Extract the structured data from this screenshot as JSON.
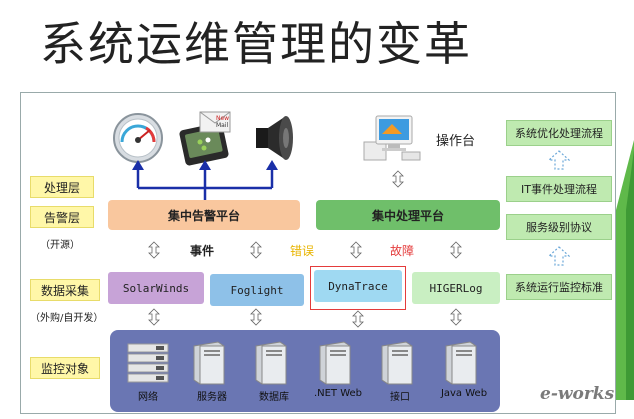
{
  "title": "系统运维管理的变革",
  "left_labels": {
    "processing_layer": "处理层",
    "alert_layer": "告警层",
    "open_source": "（开源）",
    "data_collection": "数据采集",
    "outsourced": "（外购/自开发）",
    "monitor_target": "监控对象"
  },
  "top": {
    "console_label": "操作台",
    "mail_new": "New",
    "mail_label": "Mail"
  },
  "platforms": {
    "alert_platform": "集中告警平台",
    "processing_platform": "集中处理平台"
  },
  "flow_words": {
    "event": "事件",
    "error": "错误",
    "fault": "故障"
  },
  "collectors": [
    "SolarWinds",
    "Foglight",
    "DynaTrace",
    "HIGERLog"
  ],
  "monitor_items": [
    "网络",
    "服务器",
    "数据库",
    ".NET Web",
    "接口",
    "Java Web"
  ],
  "right_boxes": {
    "opt_flow": "系统优化处理流程",
    "it_event_flow": "IT事件处理流程",
    "sla": "服务级别协议",
    "ops_standard": "系统运行监控标准"
  },
  "colors": {
    "alert_orange": "#f9c79e",
    "process_green": "#6fbf6a",
    "error_yellow": "#e8b400",
    "fault_red": "#e43b3b",
    "monitor_panel": "#6a76b3",
    "arrow_blue": "#1a2fa8"
  },
  "watermark": "e-works"
}
